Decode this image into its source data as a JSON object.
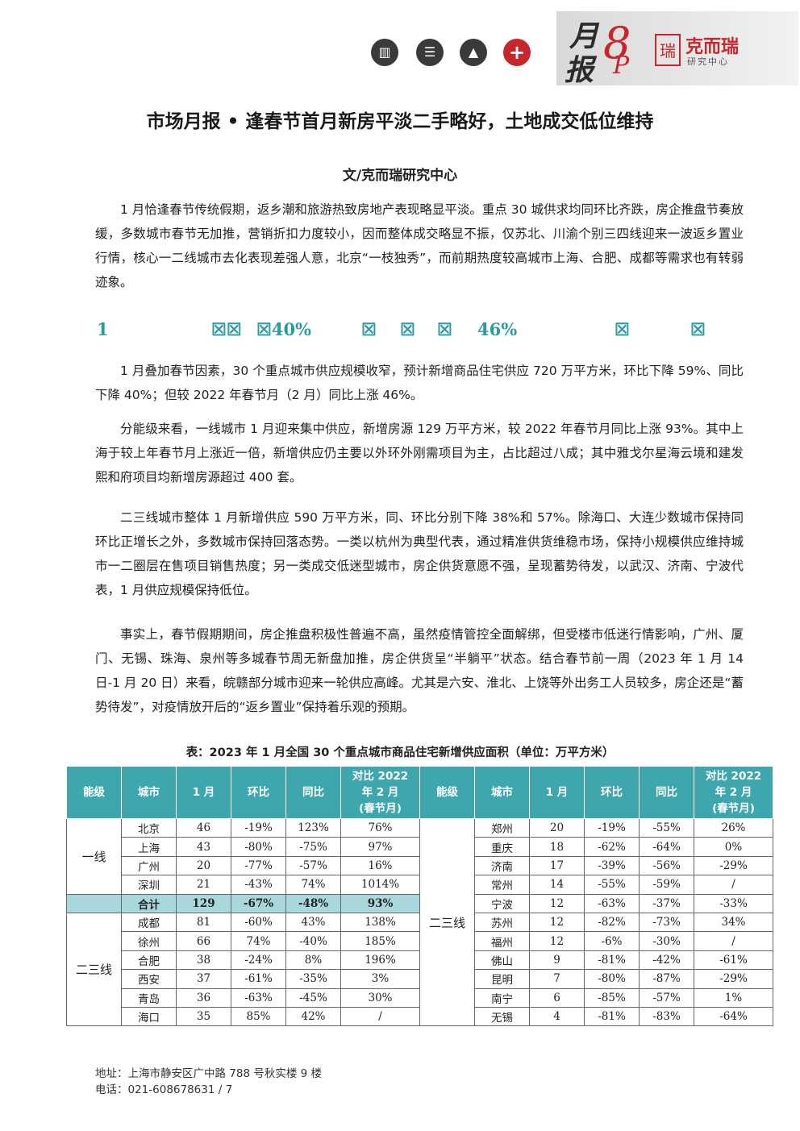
{
  "header": {
    "icons": [
      "building-icon",
      "people-icon",
      "chart-icon",
      "plus-icon"
    ],
    "yue": "月",
    "bao": "报",
    "number": "8",
    "p": "P",
    "logo_glyph": "瑞",
    "brand": "克而瑞",
    "brand_sub": "研究中心",
    "accent_color": "#c8262c"
  },
  "title": "市场月报 • 逢春节首月新房平淡二手略好，土地成交低位维持",
  "author": "文/克而瑞研究中心",
  "paragraphs": {
    "p1": "1 月恰逢春节传统假期，返乡潮和旅游热致房地产表现略显平淡。重点 30 城供求均同环比齐跌，房企推盘节奏放缓，多数城市春节无加推，营销折扣力度较小，因而整体成交略显不振，仅苏北、川渝个别三四线迎来一波返乡置业行情，核心一二线城市去化表现差强人意，北京“一枝独秀”，而前期热度较高城市上海、合肥、成都等需求也有转弱迹象。",
    "p2": "1 月叠加春节因素，30 个重点城市供应规模收窄，预计新增商品住宅供应 720 万平方米，环比下降 59%、同比下降 40%；但较 2022 年春节月（2 月）同比上涨 46%。",
    "p3": "分能级来看，一线城市 1 月迎来集中供应，新增房源 129 万平方米，较 2022 年春节月同比上涨 93%。其中上海于较上年春节月上涨近一倍，新增供应仍主要以外环外刚需项目为主，占比超过八成；其中雅戈尔星海云境和建发熙和府项目均新增房源超过 400 套。",
    "p4": "二三线城市整体 1 月新增供应 590 万平方米，同、环比分别下降 38%和 57%。除海口、大连少数城市保持同环比正增长之外，多数城市保持回落态势。一类以杭州为典型代表，通过精准供货维稳市场，保持小规模供应维持城市一二圈层在售项目销售热度；另一类成交低迷型城市，房企供货意愿不强，呈现蓄势待发，以武汉、济南、宁波代表，1 月供应规模保持低位。",
    "p5": "事实上，春节假期期间，房企推盘积极性普遍不高，虽然疫情管控全面解绑，但受楼市低迷行情影响，广州、厦门、无锡、珠海、泉州等多城春节周无新盘加推，房企供货呈“半躺平”状态。结合春节前一周（2023 年 1 月 14 日-1 月 20 日）来看，皖赣部分城市迎来一轮供应高峰。尤其是六安、淮北、上饶等外出务工人员较多，房企还是“蓄势待发”，对疫情放开后的“返乡置业”保持着乐观的预期。"
  },
  "highlight": {
    "t1": "1",
    "t2": "☒☒",
    "t3": "☒40%",
    "t4": "☒",
    "t5": "☒",
    "t6": "☒",
    "t7": "46%",
    "t8": "☒",
    "t9": "☒"
  },
  "table": {
    "caption": "表：2023 年 1 月全国 30 个重点城市商品住宅新增供应面积（单位：万平方米）",
    "headers": [
      "能级",
      "城市",
      "1 月",
      "环比",
      "同比",
      "对比 2022 年 2 月 (春节月)",
      "能级",
      "城市",
      "1 月",
      "环比",
      "同比",
      "对比 2022 年 2 月 (春节月)"
    ],
    "h_cmp1": "对比 2022",
    "h_cmp2": "年 2 月",
    "h_cmp3": "(春节月)",
    "group_tier1": "一线",
    "group_tier23": "二三线",
    "left_rows": [
      [
        "北京",
        "46",
        "-19%",
        "123%",
        "76%"
      ],
      [
        "上海",
        "43",
        "-80%",
        "-75%",
        "97%"
      ],
      [
        "广州",
        "20",
        "-77%",
        "-57%",
        "16%"
      ],
      [
        "深圳",
        "21",
        "-43%",
        "74%",
        "1014%"
      ],
      [
        "合计",
        "129",
        "-67%",
        "-48%",
        "93%"
      ],
      [
        "成都",
        "81",
        "-60%",
        "43%",
        "138%"
      ],
      [
        "徐州",
        "66",
        "74%",
        "-40%",
        "185%"
      ],
      [
        "合肥",
        "38",
        "-24%",
        "8%",
        "196%"
      ],
      [
        "西安",
        "37",
        "-61%",
        "-35%",
        "3%"
      ],
      [
        "青岛",
        "36",
        "-63%",
        "-45%",
        "30%"
      ],
      [
        "海口",
        "35",
        "85%",
        "42%",
        "/"
      ]
    ],
    "right_rows": [
      [
        "郑州",
        "20",
        "-19%",
        "-55%",
        "26%"
      ],
      [
        "重庆",
        "18",
        "-62%",
        "-64%",
        "0%"
      ],
      [
        "济南",
        "17",
        "-39%",
        "-56%",
        "-29%"
      ],
      [
        "常州",
        "14",
        "-55%",
        "-59%",
        "/"
      ],
      [
        "宁波",
        "12",
        "-63%",
        "-37%",
        "-33%"
      ],
      [
        "苏州",
        "12",
        "-82%",
        "-73%",
        "34%"
      ],
      [
        "福州",
        "12",
        "-6%",
        "-30%",
        "/"
      ],
      [
        "佛山",
        "9",
        "-81%",
        "-42%",
        "-61%"
      ],
      [
        "昆明",
        "7",
        "-80%",
        "-87%",
        "-29%"
      ],
      [
        "南宁",
        "6",
        "-85%",
        "-57%",
        "1%"
      ],
      [
        "无锡",
        "4",
        "-81%",
        "-83%",
        "-64%"
      ]
    ],
    "header_color": "#3ea7ae",
    "total_row_color": "#a9d8dc"
  },
  "footer": {
    "address": "地址：上海市静安区广中路 788 号秋实楼 9 楼",
    "phone": "电话：021-60867863",
    "page": "1 / 7"
  }
}
